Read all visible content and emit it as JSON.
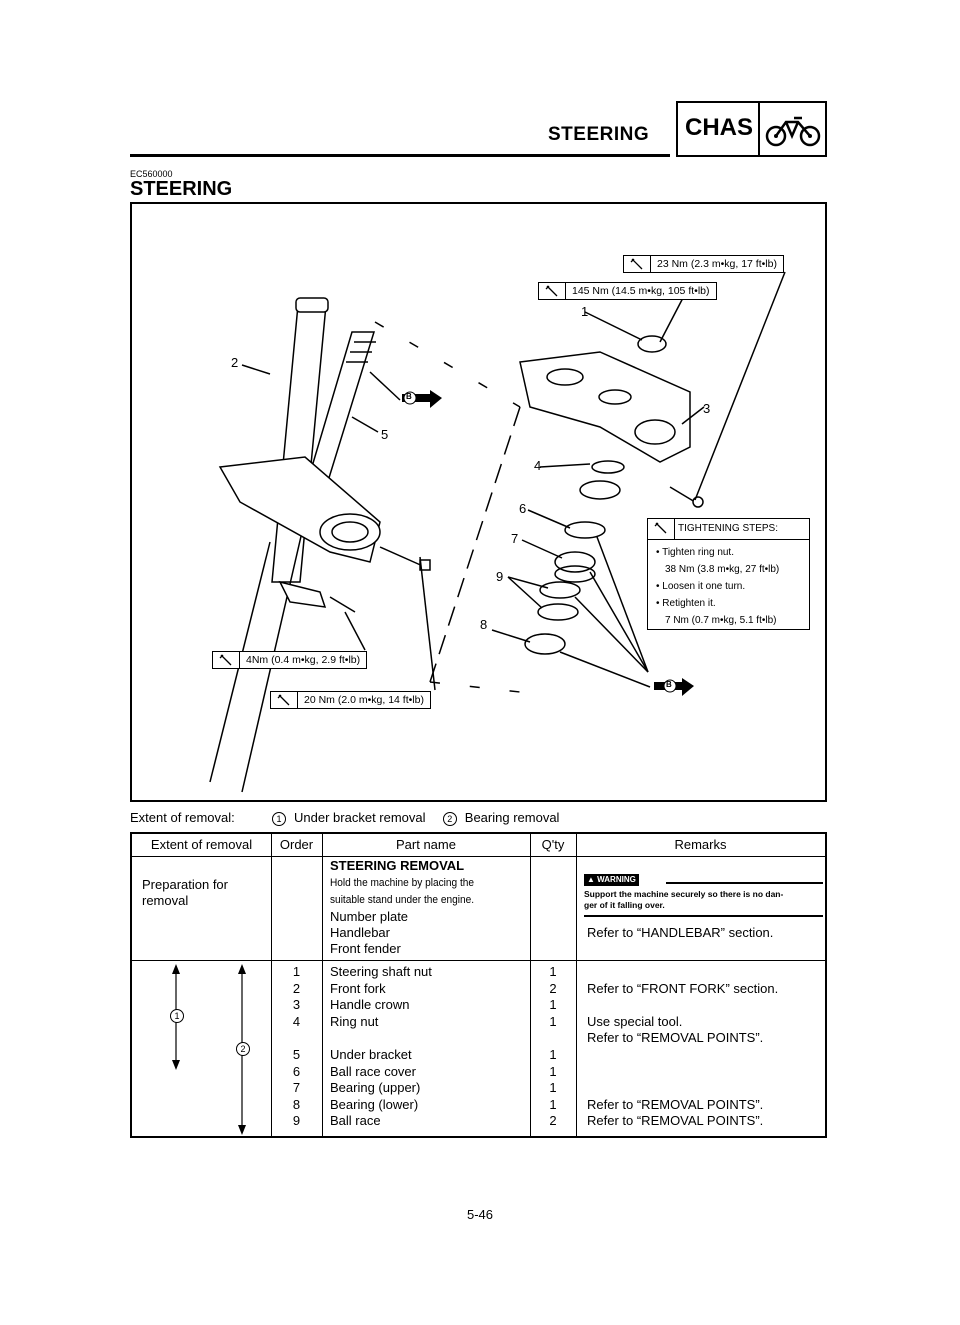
{
  "header": {
    "section": "STEERING",
    "badge": "CHAS",
    "icon": "motorcycle-icon"
  },
  "doc_code": "EC560000",
  "title": "STEERING",
  "diagram": {
    "torques": {
      "t1": "23 Nm (2.3 m•kg, 17 ft•lb)",
      "t2": "145 Nm (14.5 m•kg, 105 ft•lb)",
      "t3": "4Nm (0.4 m•kg, 2.9 ft•lb)",
      "t4": "20 Nm (2.0 m•kg, 14 ft•lb)"
    },
    "tightening_steps": {
      "heading": "TIGHTENING STEPS:",
      "lines": [
        "• Tighten ring nut.",
        "38 Nm (3.8 m•kg, 27 ft•lb)",
        "• Loosen it one turn.",
        "• Retighten it.",
        "7 Nm (0.7 m•kg, 5.1 ft•lb)"
      ]
    },
    "callouts": [
      "1",
      "2",
      "3",
      "4",
      "5",
      "6",
      "7",
      "8",
      "9"
    ],
    "grease_mark": "B"
  },
  "extent": {
    "label": "Extent of removal:",
    "items": [
      {
        "num": "1",
        "text": "Under bracket removal"
      },
      {
        "num": "2",
        "text": "Bearing removal"
      }
    ]
  },
  "table": {
    "headers": [
      "Extent of removal",
      "Order",
      "Part name",
      "Q'ty",
      "Remarks"
    ],
    "prep": {
      "extent_line1": "Preparation for",
      "extent_line2": "removal",
      "heading": "STEERING REMOVAL",
      "note_line1": "Hold the machine by placing the",
      "note_line2": "suitable stand under the engine.",
      "parts": [
        "Number plate",
        "Handlebar",
        "Front fender"
      ],
      "warning_label": "WARNING",
      "warning_line1": "Support the machine securely so there is no dan-",
      "warning_line2": "ger of it falling over.",
      "remark": "Refer to “HANDLEBAR” section."
    },
    "rows": [
      {
        "order": "1",
        "part": "Steering shaft nut",
        "qty": "1",
        "remark": ""
      },
      {
        "order": "2",
        "part": "Front fork",
        "qty": "2",
        "remark": "Refer to “FRONT FORK” section."
      },
      {
        "order": "3",
        "part": "Handle crown",
        "qty": "1",
        "remark": ""
      },
      {
        "order": "4",
        "part": "Ring nut",
        "qty": "1",
        "remark": "Use special tool."
      },
      {
        "order": "",
        "part": "",
        "qty": "",
        "remark": "Refer to “REMOVAL POINTS”."
      },
      {
        "order": "5",
        "part": "Under bracket",
        "qty": "1",
        "remark": ""
      },
      {
        "order": "6",
        "part": "Ball race cover",
        "qty": "1",
        "remark": ""
      },
      {
        "order": "7",
        "part": "Bearing (upper)",
        "qty": "1",
        "remark": ""
      },
      {
        "order": "8",
        "part": "Bearing (lower)",
        "qty": "1",
        "remark": "Refer to “REMOVAL POINTS”."
      },
      {
        "order": "9",
        "part": "Ball race",
        "qty": "2",
        "remark": "Refer to “REMOVAL POINTS”."
      }
    ],
    "range_marks": [
      "1",
      "2"
    ]
  },
  "page_number": "5-46"
}
